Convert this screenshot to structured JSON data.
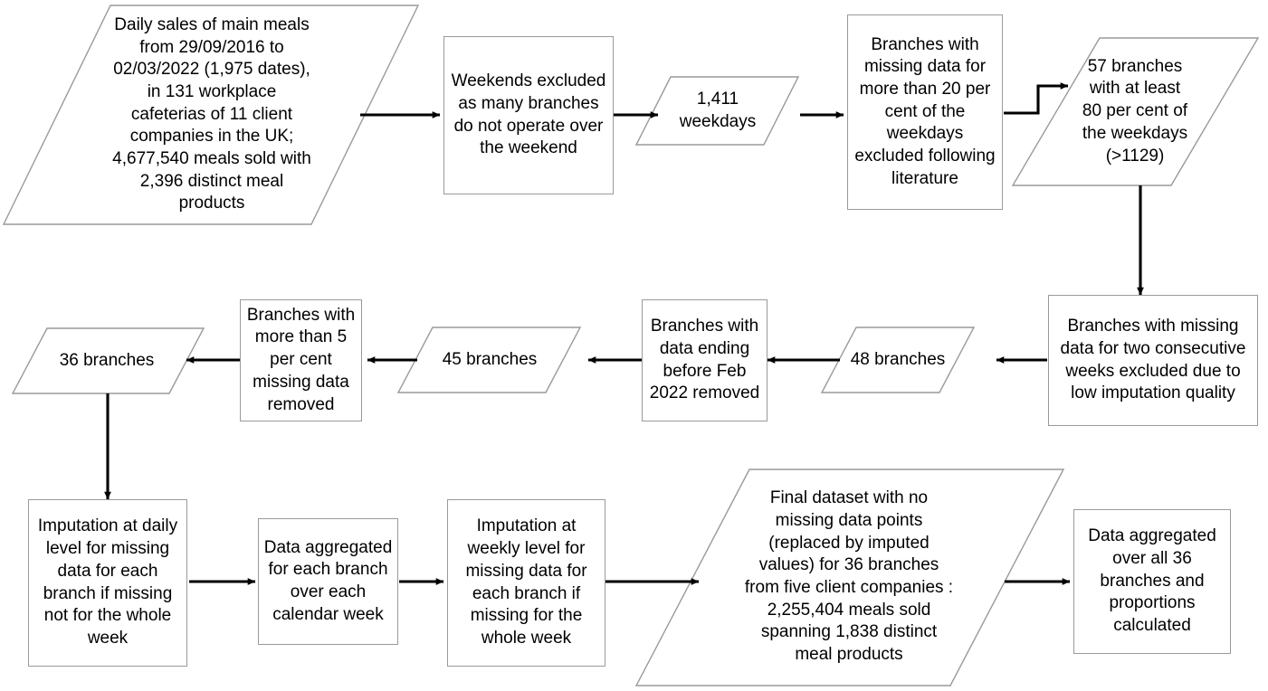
{
  "diagram": {
    "title": "Data processing and exclusion flowchart",
    "colors": {
      "shape_stroke": "#9a9a9a",
      "arrow_stroke": "#000000",
      "text": "#000000",
      "background": "#ffffff"
    },
    "nodes": [
      {
        "id": "raw-data",
        "shape": "parallelogram",
        "text": "Daily sales of main meals from 29/09/2016 to 02/03/2022 (1,975 dates), in 131 workplace cafeterias of 11 client companies in the UK; 4,677,540 meals sold with 2,396 distinct meal products"
      },
      {
        "id": "exclude-weekends",
        "shape": "rectangle",
        "text": "Weekends excluded as many branches do not operate over the weekend"
      },
      {
        "id": "weekdays-count",
        "shape": "parallelogram",
        "text": "1,411 weekdays"
      },
      {
        "id": "exclude-missing-20pc",
        "shape": "rectangle",
        "text": "Branches with missing data for more than 20 per cent of the weekdays excluded following literature"
      },
      {
        "id": "branches-57",
        "shape": "parallelogram",
        "text": "57 branches with at least 80 per cent of the weekdays (>1129)"
      },
      {
        "id": "exclude-two-consecutive-weeks",
        "shape": "rectangle",
        "text": "Branches with missing data for two consecutive weeks excluded due to low imputation quality"
      },
      {
        "id": "branches-48",
        "shape": "parallelogram",
        "text": "48 branches"
      },
      {
        "id": "remove-ending-before-feb-2022",
        "shape": "rectangle",
        "text": "Branches with data ending before Feb 2022 removed"
      },
      {
        "id": "branches-45",
        "shape": "parallelogram",
        "text": "45 branches"
      },
      {
        "id": "remove-more-than-5pc",
        "shape": "rectangle",
        "text": "Branches with more than 5 per cent missing data removed"
      },
      {
        "id": "branches-36",
        "shape": "parallelogram",
        "text": "36 branches"
      },
      {
        "id": "imputation-daily",
        "shape": "rectangle",
        "text": "Imputation at daily level for missing data for each branch if missing not for the whole week"
      },
      {
        "id": "aggregate-weekly",
        "shape": "rectangle",
        "text": "Data aggregated for each branch over each calendar week"
      },
      {
        "id": "imputation-weekly",
        "shape": "rectangle",
        "text": "Imputation at weekly level for missing data for each branch if missing  for the whole week"
      },
      {
        "id": "final-dataset",
        "shape": "parallelogram",
        "text": "Final dataset with no missing data points (replaced by imputed values) for 36 branches from five client companies : 2,255,404 meals sold spanning 1,838 distinct meal products"
      },
      {
        "id": "aggregate-all",
        "shape": "rectangle",
        "text": "Data aggregated over all 36 branches and proportions calculated"
      }
    ],
    "edges": [
      {
        "from": "raw-data",
        "to": "exclude-weekends",
        "direction": "right"
      },
      {
        "from": "exclude-weekends",
        "to": "weekdays-count",
        "direction": "right"
      },
      {
        "from": "weekdays-count",
        "to": "exclude-missing-20pc",
        "direction": "right"
      },
      {
        "from": "exclude-missing-20pc",
        "to": "branches-57",
        "direction": "right-elbow-up"
      },
      {
        "from": "branches-57",
        "to": "exclude-two-consecutive-weeks",
        "direction": "down"
      },
      {
        "from": "exclude-two-consecutive-weeks",
        "to": "branches-48",
        "direction": "left"
      },
      {
        "from": "branches-48",
        "to": "remove-ending-before-feb-2022",
        "direction": "left"
      },
      {
        "from": "remove-ending-before-feb-2022",
        "to": "branches-45",
        "direction": "left"
      },
      {
        "from": "branches-45",
        "to": "remove-more-than-5pc",
        "direction": "left"
      },
      {
        "from": "remove-more-than-5pc",
        "to": "branches-36",
        "direction": "left"
      },
      {
        "from": "branches-36",
        "to": "imputation-daily",
        "direction": "down"
      },
      {
        "from": "imputation-daily",
        "to": "aggregate-weekly",
        "direction": "right"
      },
      {
        "from": "aggregate-weekly",
        "to": "imputation-weekly",
        "direction": "right"
      },
      {
        "from": "imputation-weekly",
        "to": "final-dataset",
        "direction": "right"
      },
      {
        "from": "final-dataset",
        "to": "aggregate-all",
        "direction": "right"
      }
    ]
  }
}
